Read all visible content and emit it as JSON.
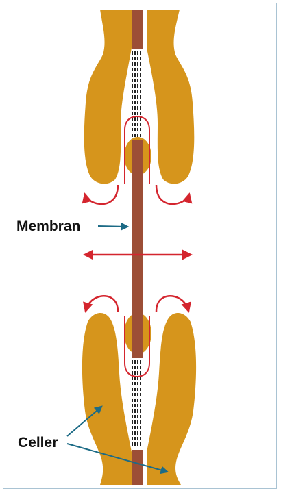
{
  "labels": {
    "membrane": "Membran",
    "cells": "Celler"
  },
  "colors": {
    "cell": "#d6951c",
    "membrane": "#9c4e36",
    "flow_arrow": "#d4252e",
    "pointer_arrow": "#1c6b86",
    "frame_border": "#a9c3d3",
    "pore_dash": "#222222"
  },
  "icons": {
    "flow": "red-double-headed-curved-arrow",
    "pointer": "teal-pointer-arrow"
  }
}
